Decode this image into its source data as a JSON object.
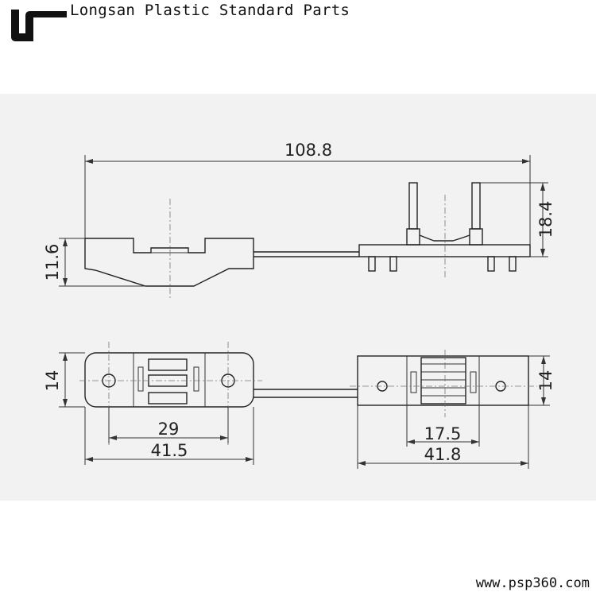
{
  "header": {
    "title": "Longsan Plastic Standard Parts",
    "logo_icon": "longsan-logo-icon"
  },
  "footer": {
    "website": "www.psp360.com"
  },
  "dimensions": {
    "overall_length": "108.8",
    "left_height": "11.6",
    "right_height": "18.4",
    "left_width": "14",
    "right_width": "14",
    "left_hole_pitch": "29",
    "left_length": "41.5",
    "right_inner_length": "17.5",
    "right_length": "41.8"
  },
  "colors": {
    "sheet": "#f2f2f2",
    "line": "#222222"
  }
}
